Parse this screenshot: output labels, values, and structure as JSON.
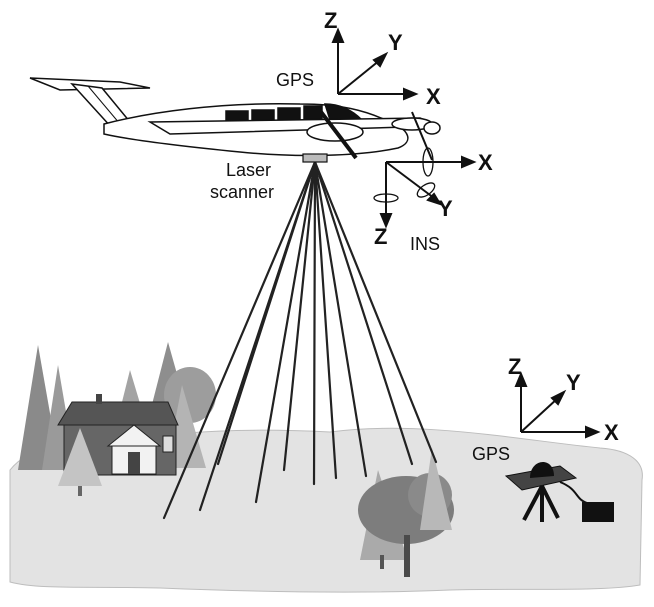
{
  "labels": {
    "aircraft_gps": "GPS",
    "laser_scanner_line1": "Laser",
    "laser_scanner_line2": "scanner",
    "ins": "INS",
    "ground_gps": "GPS"
  },
  "axes": {
    "aircraft": {
      "x": "X",
      "y": "Y",
      "z": "Z"
    },
    "ins": {
      "x": "X",
      "y": "Y",
      "z": "Z"
    },
    "ground": {
      "x": "X",
      "y": "Y",
      "z": "Z"
    }
  },
  "icons": [
    "airplane-icon",
    "laser-scanner-icon",
    "house-icon",
    "tree-icon",
    "gps-antenna-icon",
    "gps-receiver-icon"
  ],
  "colors": {
    "ground": "#e2e2e2",
    "trees": "#8f8f8f",
    "roof": "#555555",
    "outline": "#111111"
  }
}
